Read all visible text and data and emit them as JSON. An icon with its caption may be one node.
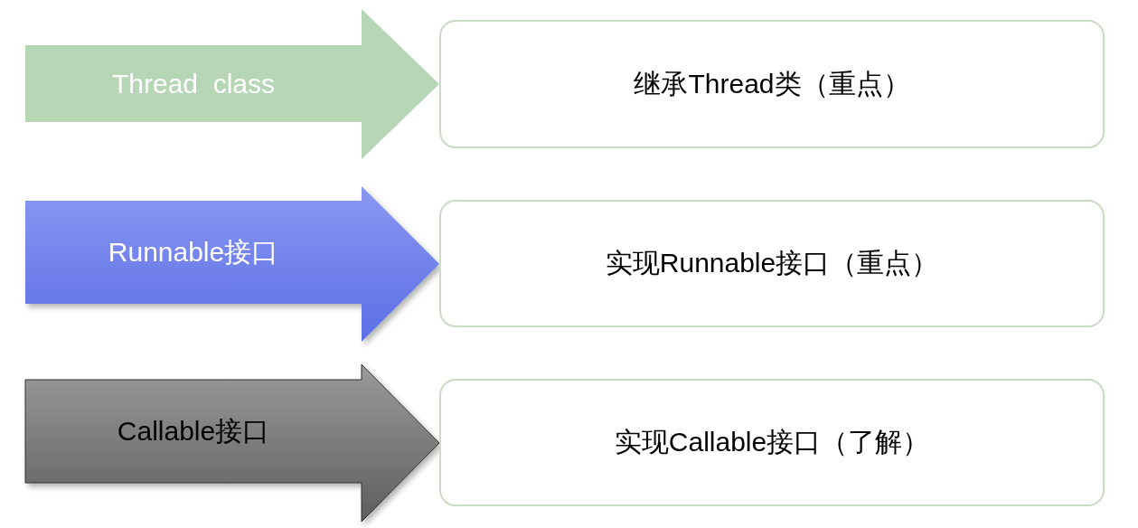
{
  "diagram": {
    "nodes": [
      {
        "text": [
          "Thread  class"
        ]
      },
      {
        "text": [
          "继承Thread类（重点）"
        ]
      },
      {
        "text": [
          "Runnable接口"
        ]
      },
      {
        "text": [
          "实现Runnable接口（重点）"
        ]
      },
      {
        "text": [
          "Callable接口"
        ]
      },
      {
        "text": [
          "实现Callable接口（了解）"
        ]
      }
    ]
  }
}
